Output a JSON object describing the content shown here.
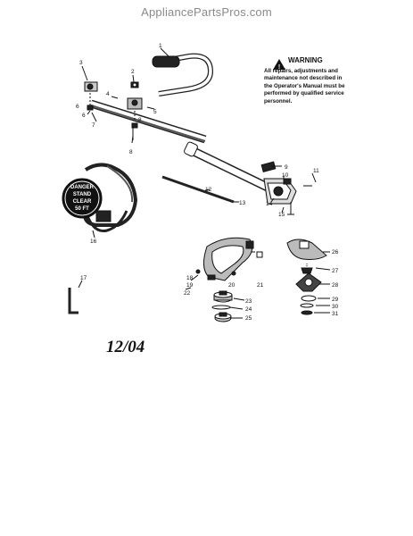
{
  "watermark": "AppliancePartsPros.com",
  "warning": {
    "title": "WARNING",
    "lines": [
      "All repairs, adjustments and",
      "maintenance not described in",
      "the Operator's Manual must be",
      "performed by qualified service",
      "personnel."
    ]
  },
  "decal": {
    "lines": [
      "DANGER",
      "STAND",
      "CLEAR",
      "50 FT"
    ]
  },
  "date_code": "12/04",
  "part_numbers": [
    "1",
    "2",
    "3",
    "4",
    "5",
    "6",
    "7",
    "8",
    "9",
    "10",
    "11",
    "12",
    "13",
    "14",
    "15",
    "16",
    "17",
    "18",
    "19",
    "20",
    "21",
    "22",
    "23",
    "24",
    "25",
    "26",
    "27",
    "28",
    "29",
    "30",
    "31",
    "6",
    "8"
  ]
}
